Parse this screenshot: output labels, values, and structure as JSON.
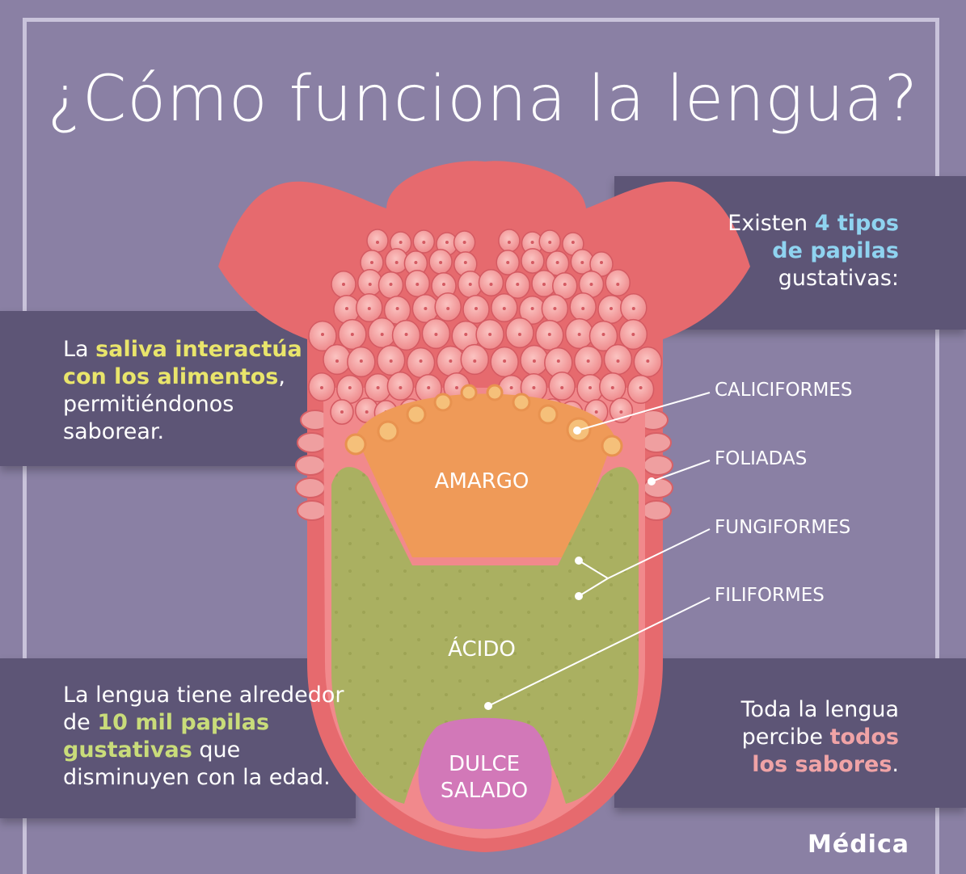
{
  "title": "¿Cómo funciona la lengua?",
  "notes": {
    "saliva": {
      "pre": "La ",
      "highlight": "saliva interactúa con los alimentos",
      "post": ", permitiéndonos saborear."
    },
    "papilas_tipos": {
      "pre": "Existen ",
      "highlight": "4 tipos de papilas",
      "post": " gustativas:"
    },
    "cantidad": {
      "pre": "La lengua tiene alrededor de ",
      "highlight": "10 mil papilas gustativas",
      "post": " que disminuyen con la edad."
    },
    "sabores": {
      "pre": "Toda la lengua percibe ",
      "highlight": "todos los sabores",
      "post": "."
    }
  },
  "papilas": [
    "CALICIFORMES",
    "FOLIADAS",
    "FUNGIFORMES",
    "FILIFORMES"
  ],
  "zonas": {
    "amargo": "AMARGO",
    "acido": "ÁCIDO",
    "dulce": "DULCE",
    "salado": "SALADO"
  },
  "logo": "Médica",
  "colors": {
    "background": "#8a80a4",
    "band": "#5d5576",
    "tongue": "#e66a6e",
    "amargo": "#ef9a58",
    "acido": "#aab061",
    "dulce_salado": "#d278b8",
    "highlight_yellow": "#e9e56b",
    "highlight_blue": "#8fd3f0",
    "highlight_green": "#c9dc7a",
    "highlight_pink": "#f0a3a6"
  }
}
